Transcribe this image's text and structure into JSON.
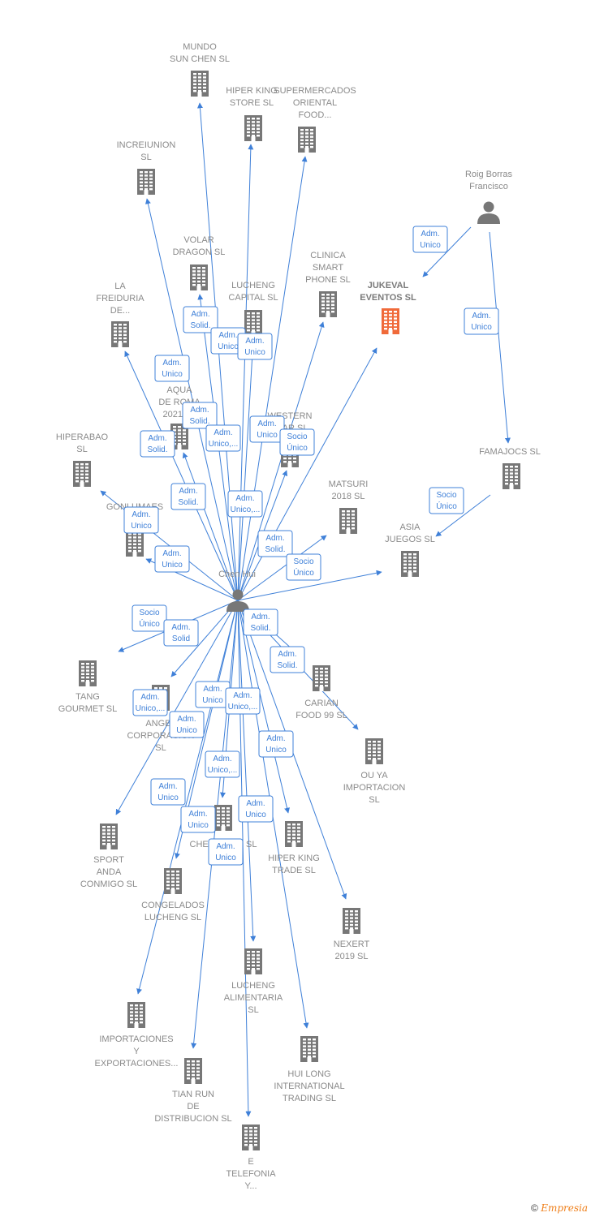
{
  "colors": {
    "edge": "#3f80d8",
    "building": "#777777",
    "focus_building": "#f06a3a",
    "person": "#777777",
    "label": "#8a8a8a"
  },
  "icons": {
    "company": "building-icon",
    "person": "person-icon"
  },
  "footer": {
    "copyright": "©",
    "brand": "Empresia"
  },
  "nodes": [
    {
      "id": "mundo",
      "type": "company",
      "label": [
        "MUNDO",
        "SUN CHEN SL"
      ]
    },
    {
      "id": "hiperking_store",
      "type": "company",
      "label": [
        "HIPER KING",
        "STORE SL"
      ]
    },
    {
      "id": "super_oriental",
      "type": "company",
      "label": [
        "SUPERMERCADOS",
        "ORIENTAL",
        "FOOD..."
      ]
    },
    {
      "id": "increiunion",
      "type": "company",
      "label": [
        "INCREIUNION",
        "SL"
      ]
    },
    {
      "id": "roig",
      "type": "person",
      "label": [
        "Roig Borras",
        "Francisco"
      ]
    },
    {
      "id": "volar",
      "type": "company",
      "label": [
        "VOLAR",
        "DRAGON SL"
      ]
    },
    {
      "id": "clinica",
      "type": "company",
      "label": [
        "CLINICA",
        "SMART",
        "PHONE SL"
      ]
    },
    {
      "id": "lucheng_capital",
      "type": "company",
      "label": [
        "LUCHENG",
        "CAPITAL SL"
      ]
    },
    {
      "id": "jukeval",
      "type": "company",
      "focus": true,
      "label": [
        "JUKEVAL",
        "EVENTOS SL"
      ]
    },
    {
      "id": "freiduria",
      "type": "company",
      "label": [
        "LA",
        "FREIDURIA",
        "DE..."
      ]
    },
    {
      "id": "aqua",
      "type": "company",
      "label": [
        "AQUA",
        "DE ROMA",
        "2021 SL"
      ]
    },
    {
      "id": "western",
      "type": "company",
      "label": [
        "WESTERN",
        "STAR SL"
      ]
    },
    {
      "id": "hiperabao",
      "type": "company",
      "label": [
        "HIPERABAO",
        "SL"
      ]
    },
    {
      "id": "famajocs",
      "type": "company",
      "label": [
        "FAMAJOCS SL"
      ]
    },
    {
      "id": "matsuri",
      "type": "company",
      "label": [
        "MATSURI",
        "2018 SL"
      ]
    },
    {
      "id": "gonlumaes",
      "type": "company",
      "label": [
        "GONLUMAES",
        "SL"
      ]
    },
    {
      "id": "asia",
      "type": "company",
      "label": [
        "ASIA",
        "JUEGOS SL"
      ]
    },
    {
      "id": "chenhui",
      "type": "person",
      "label": [
        "Chen Hui"
      ]
    },
    {
      "id": "tang",
      "type": "company",
      "label": [
        "TANG",
        "GOURMET SL"
      ]
    },
    {
      "id": "angel",
      "type": "company",
      "label": [
        "ANGEL",
        "CORPORACION",
        "SL"
      ]
    },
    {
      "id": "carian",
      "type": "company",
      "label": [
        "CARIAN",
        "FOOD 99 SL"
      ]
    },
    {
      "id": "ouya",
      "type": "company",
      "label": [
        "OU YA",
        "IMPORTACION",
        "SL"
      ]
    },
    {
      "id": "sport",
      "type": "company",
      "label": [
        "SPORT",
        "ANDA",
        "CONMIGO SL"
      ]
    },
    {
      "id": "chenspain",
      "type": "company",
      "label": [
        "CHEN SPAIN SL"
      ]
    },
    {
      "id": "hiperking_trade",
      "type": "company",
      "label": [
        "HIPER KING",
        "TRADE SL"
      ]
    },
    {
      "id": "congelados",
      "type": "company",
      "label": [
        "CONGELADOS",
        "LUCHENG SL"
      ]
    },
    {
      "id": "nexert",
      "type": "company",
      "label": [
        "NEXERT",
        "2019 SL"
      ]
    },
    {
      "id": "lucheng_alim",
      "type": "company",
      "label": [
        "LUCHENG",
        "ALIMENTARIA",
        "SL"
      ]
    },
    {
      "id": "importaciones",
      "type": "company",
      "label": [
        "IMPORTACIONES",
        "Y",
        "EXPORTACIONES..."
      ]
    },
    {
      "id": "huilong",
      "type": "company",
      "label": [
        "HUI LONG",
        "INTERNATIONAL",
        "TRADING SL"
      ]
    },
    {
      "id": "tianrun",
      "type": "company",
      "label": [
        "TIAN RUN",
        "DE",
        "DISTRIBUCION SL"
      ]
    },
    {
      "id": "etelefonia",
      "type": "company",
      "label": [
        "E",
        "TELEFONIA",
        "Y..."
      ]
    }
  ],
  "edges": [
    {
      "from": "chenhui",
      "to": "mundo",
      "label": [
        "Adm.",
        "Solid."
      ]
    },
    {
      "from": "chenhui",
      "to": "hiperking_store",
      "label": [
        "Adm.",
        "Unico"
      ]
    },
    {
      "from": "chenhui",
      "to": "super_oriental",
      "label": [
        "Adm.",
        "Unico"
      ]
    },
    {
      "from": "chenhui",
      "to": "increiunion",
      "label": [
        "Adm.",
        "Unico"
      ]
    },
    {
      "from": "chenhui",
      "to": "volar",
      "label": [
        "Adm.",
        "Solid."
      ]
    },
    {
      "from": "chenhui",
      "to": "lucheng_capital",
      "label": [
        "Adm.",
        "Unico,..."
      ]
    },
    {
      "from": "chenhui",
      "to": "clinica",
      "label": [
        "Adm.",
        "Unico"
      ]
    },
    {
      "from": "chenhui",
      "to": "jukeval",
      "label": [
        "Socio",
        "Único"
      ]
    },
    {
      "from": "chenhui",
      "to": "freiduria",
      "label": [
        "Adm.",
        "Solid."
      ]
    },
    {
      "from": "chenhui",
      "to": "aqua",
      "label": [
        "Adm.",
        "Solid."
      ]
    },
    {
      "from": "chenhui",
      "to": "western",
      "label": [
        "Adm.",
        "Unico,..."
      ]
    },
    {
      "from": "chenhui",
      "to": "hiperabao",
      "label": [
        "Adm.",
        "Unico"
      ]
    },
    {
      "from": "chenhui",
      "to": "gonlumaes",
      "label": [
        "Adm.",
        "Unico"
      ]
    },
    {
      "from": "chenhui",
      "to": "matsuri",
      "label": [
        "Adm.",
        "Solid."
      ]
    },
    {
      "from": "chenhui",
      "to": "asia",
      "label": [
        "Socio",
        "Único"
      ]
    },
    {
      "from": "roig",
      "to": "jukeval",
      "label": [
        "Adm.",
        "Unico"
      ]
    },
    {
      "from": "roig",
      "to": "famajocs",
      "label": [
        "Adm.",
        "Unico"
      ]
    },
    {
      "from": "famajocs",
      "to": "asia",
      "label": [
        "Socio",
        "Único"
      ]
    },
    {
      "from": "chenhui",
      "to": "tang",
      "label": [
        "Socio",
        "Único"
      ]
    },
    {
      "from": "chenhui",
      "to": "angel",
      "label": [
        "Adm.",
        "Solid"
      ]
    },
    {
      "from": "chenhui",
      "to": "carian",
      "label": [
        "Adm.",
        "Solid."
      ]
    },
    {
      "from": "chenhui",
      "to": "ouya",
      "label": [
        "Adm.",
        "Solid."
      ]
    },
    {
      "from": "chenhui",
      "to": "sport",
      "label": [
        "Adm.",
        "Unico,..."
      ]
    },
    {
      "from": "chenhui",
      "to": "chenspain",
      "label": [
        "Adm.",
        "Unico"
      ]
    },
    {
      "from": "chenhui",
      "to": "hiperking_trade",
      "label": [
        "Adm.",
        "Unico,..."
      ]
    },
    {
      "from": "chenhui",
      "to": "congelados",
      "label": [
        "Adm.",
        "Unico"
      ]
    },
    {
      "from": "chenhui",
      "to": "nexert",
      "label": [
        "Adm.",
        "Unico"
      ]
    },
    {
      "from": "chenhui",
      "to": "lucheng_alim",
      "label": [
        "Adm.",
        "Unico,..."
      ]
    },
    {
      "from": "chenhui",
      "to": "importaciones",
      "label": [
        "Adm.",
        "Unico"
      ]
    },
    {
      "from": "chenhui",
      "to": "huilong",
      "label": [
        "Adm.",
        "Unico"
      ]
    },
    {
      "from": "chenhui",
      "to": "tianrun",
      "label": [
        "Adm.",
        "Unico"
      ]
    },
    {
      "from": "chenhui",
      "to": "etelefonia",
      "label": [
        "Adm.",
        "Unico"
      ]
    }
  ]
}
